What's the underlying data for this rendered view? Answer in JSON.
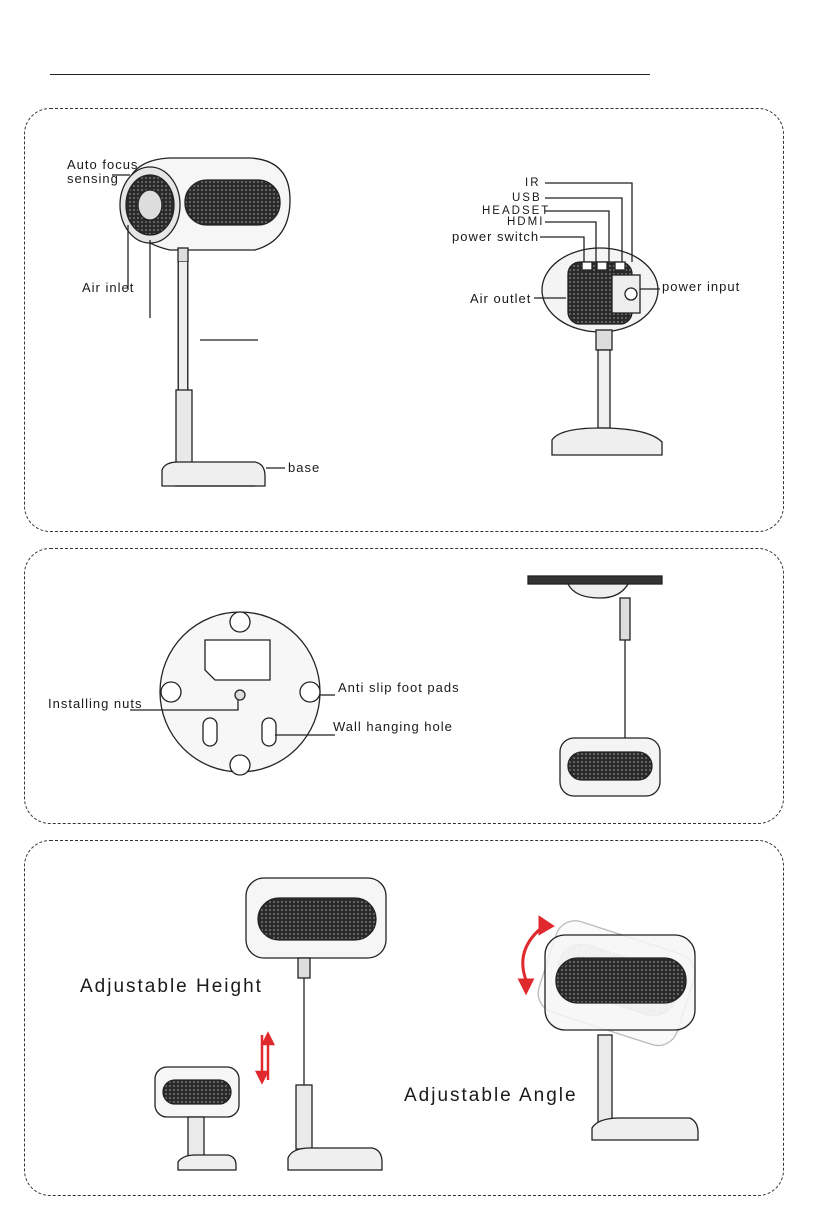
{
  "panel_top": {
    "side_view_labels": {
      "auto_focus_line1": "Auto focus",
      "auto_focus_line2": "sensing",
      "air_inlet": "Air inlet",
      "base": "base"
    },
    "rear_view_labels": {
      "ir": "IR",
      "usb": "USB",
      "headset": "HEADSET",
      "hdmi": "HDMI",
      "power_switch": "power switch",
      "air_outlet": "Air outlet",
      "power_input": "power input"
    }
  },
  "panel_middle": {
    "installing_nuts": "Installing nuts",
    "anti_slip_foot_pads": "Anti slip foot pads",
    "wall_hanging_hole": "Wall hanging hole"
  },
  "panel_bottom": {
    "adjustable_height": "Adjustable Height",
    "adjustable_angle": "Adjustable Angle"
  },
  "colors": {
    "line": "#222222",
    "body": "#3a3a3a",
    "shell": "#f4f4f4",
    "accent_arrow": "#e0292d"
  }
}
